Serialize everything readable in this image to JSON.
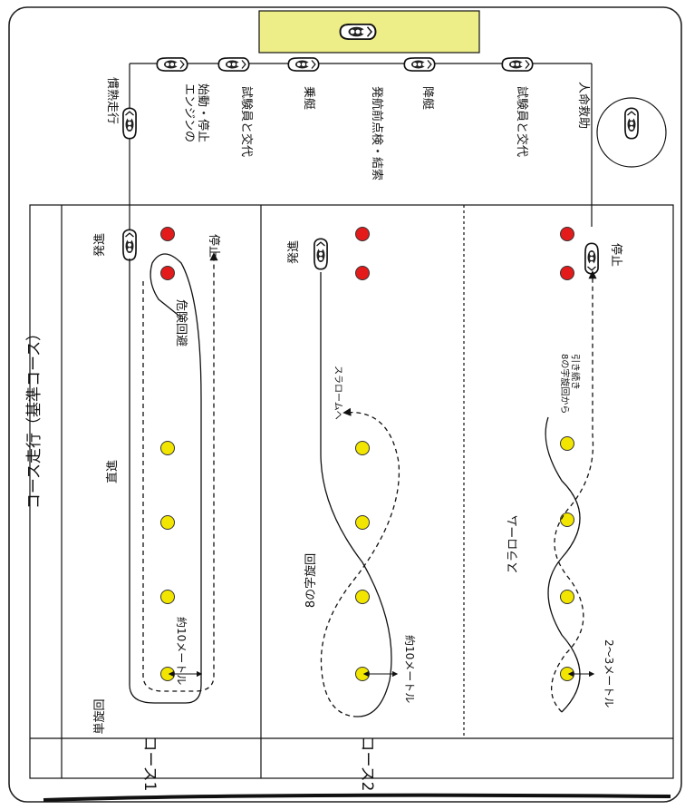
{
  "title": "コース走行（基準コース）",
  "row_labels": {
    "course1": "コース1",
    "course2": "コース2"
  },
  "procedure": {
    "left_chain": [
      "慣熟走行",
      "エンジンの\n始動・停止",
      "試験員と交代",
      "乗艇"
    ],
    "right_chain": [
      "発航前点検・結索",
      "降艇",
      "試験員と交代",
      "人命救助"
    ]
  },
  "course1": {
    "start_label": "発進",
    "stop_label": "停止",
    "avoid_label": "危険回避",
    "straight_label": "直進",
    "turn_label": "単旋回",
    "distance_label": "約10メートル"
  },
  "course2_figure8": {
    "start_label": "発進",
    "figure8_label": "8の字旋回",
    "to_slalom_label": "スラロームへ",
    "distance_label": "約10メートル"
  },
  "course2_slalom": {
    "stop_label": "停止",
    "slalom_label": "スラローム",
    "continue_label": "8の字旋回から\n引き続き",
    "distance_label": "2～3メートル"
  },
  "colors": {
    "red_buoy": "#e41b1b",
    "yellow_buoy": "#f2e600",
    "pier_fill": "#eeee88",
    "line": "#111111"
  },
  "icons": {
    "boat": "jet-ski-icon",
    "red_buoy": "red-buoy-icon",
    "yellow_buoy": "yellow-buoy-icon"
  }
}
